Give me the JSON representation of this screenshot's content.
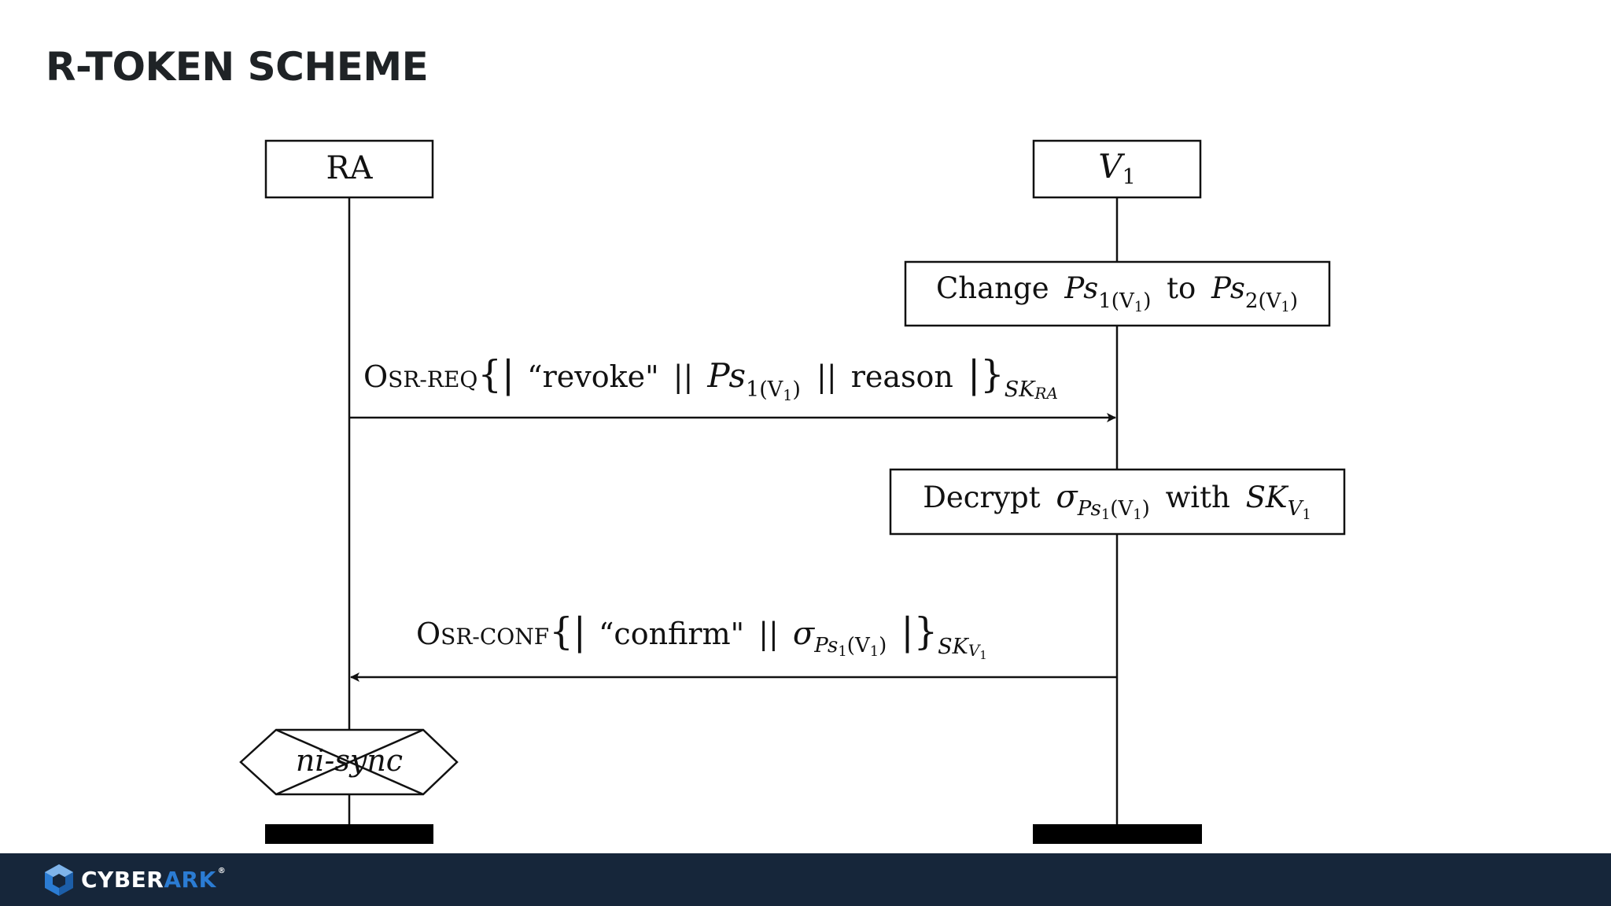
{
  "slide": {
    "title": "R-TOKEN SCHEME"
  },
  "diagram": {
    "actors": {
      "ra": "RA",
      "v1_base": "V",
      "v1_sub": "1"
    },
    "action_change": {
      "word": "Change",
      "ps": "Ps",
      "sub_from": "1(V",
      "sub_one": "1",
      "close": ")",
      "to": "to",
      "sub_to": "2(V"
    },
    "message_req": {
      "prefix_o": "O",
      "prefix_rest": "SR-REQ",
      "open": "{|",
      "revoke": "“revoke\"",
      "sep": "||",
      "ps": "Ps",
      "sub": "1(V",
      "sub_one": "1",
      "close_paren": ")",
      "reason": "reason",
      "close": "|}",
      "key": "SK",
      "key_sub": "RA"
    },
    "action_decrypt": {
      "word": "Decrypt",
      "sigma": "σ",
      "ps": "Ps",
      "sub1": "1",
      "paren": "(V",
      "one": "1",
      "close": ")",
      "with": "with",
      "key": "SK",
      "key_v": "V",
      "key_one": "1"
    },
    "message_conf": {
      "prefix_o": "O",
      "prefix_rest": "SR-CONF",
      "open": "{|",
      "confirm": "“confirm\"",
      "sep": "||",
      "sigma": "σ",
      "ps": "Ps",
      "sub1": "1",
      "paren": "(V",
      "one": "1",
      "close": ")",
      "close_brace": "|}",
      "key": "SK",
      "key_v": "V",
      "key_one": "1"
    },
    "sync_label": "ni-sync"
  },
  "footer": {
    "brand_cyber": "CYBER",
    "brand_ark": "ARK",
    "brand_mark": "®"
  }
}
